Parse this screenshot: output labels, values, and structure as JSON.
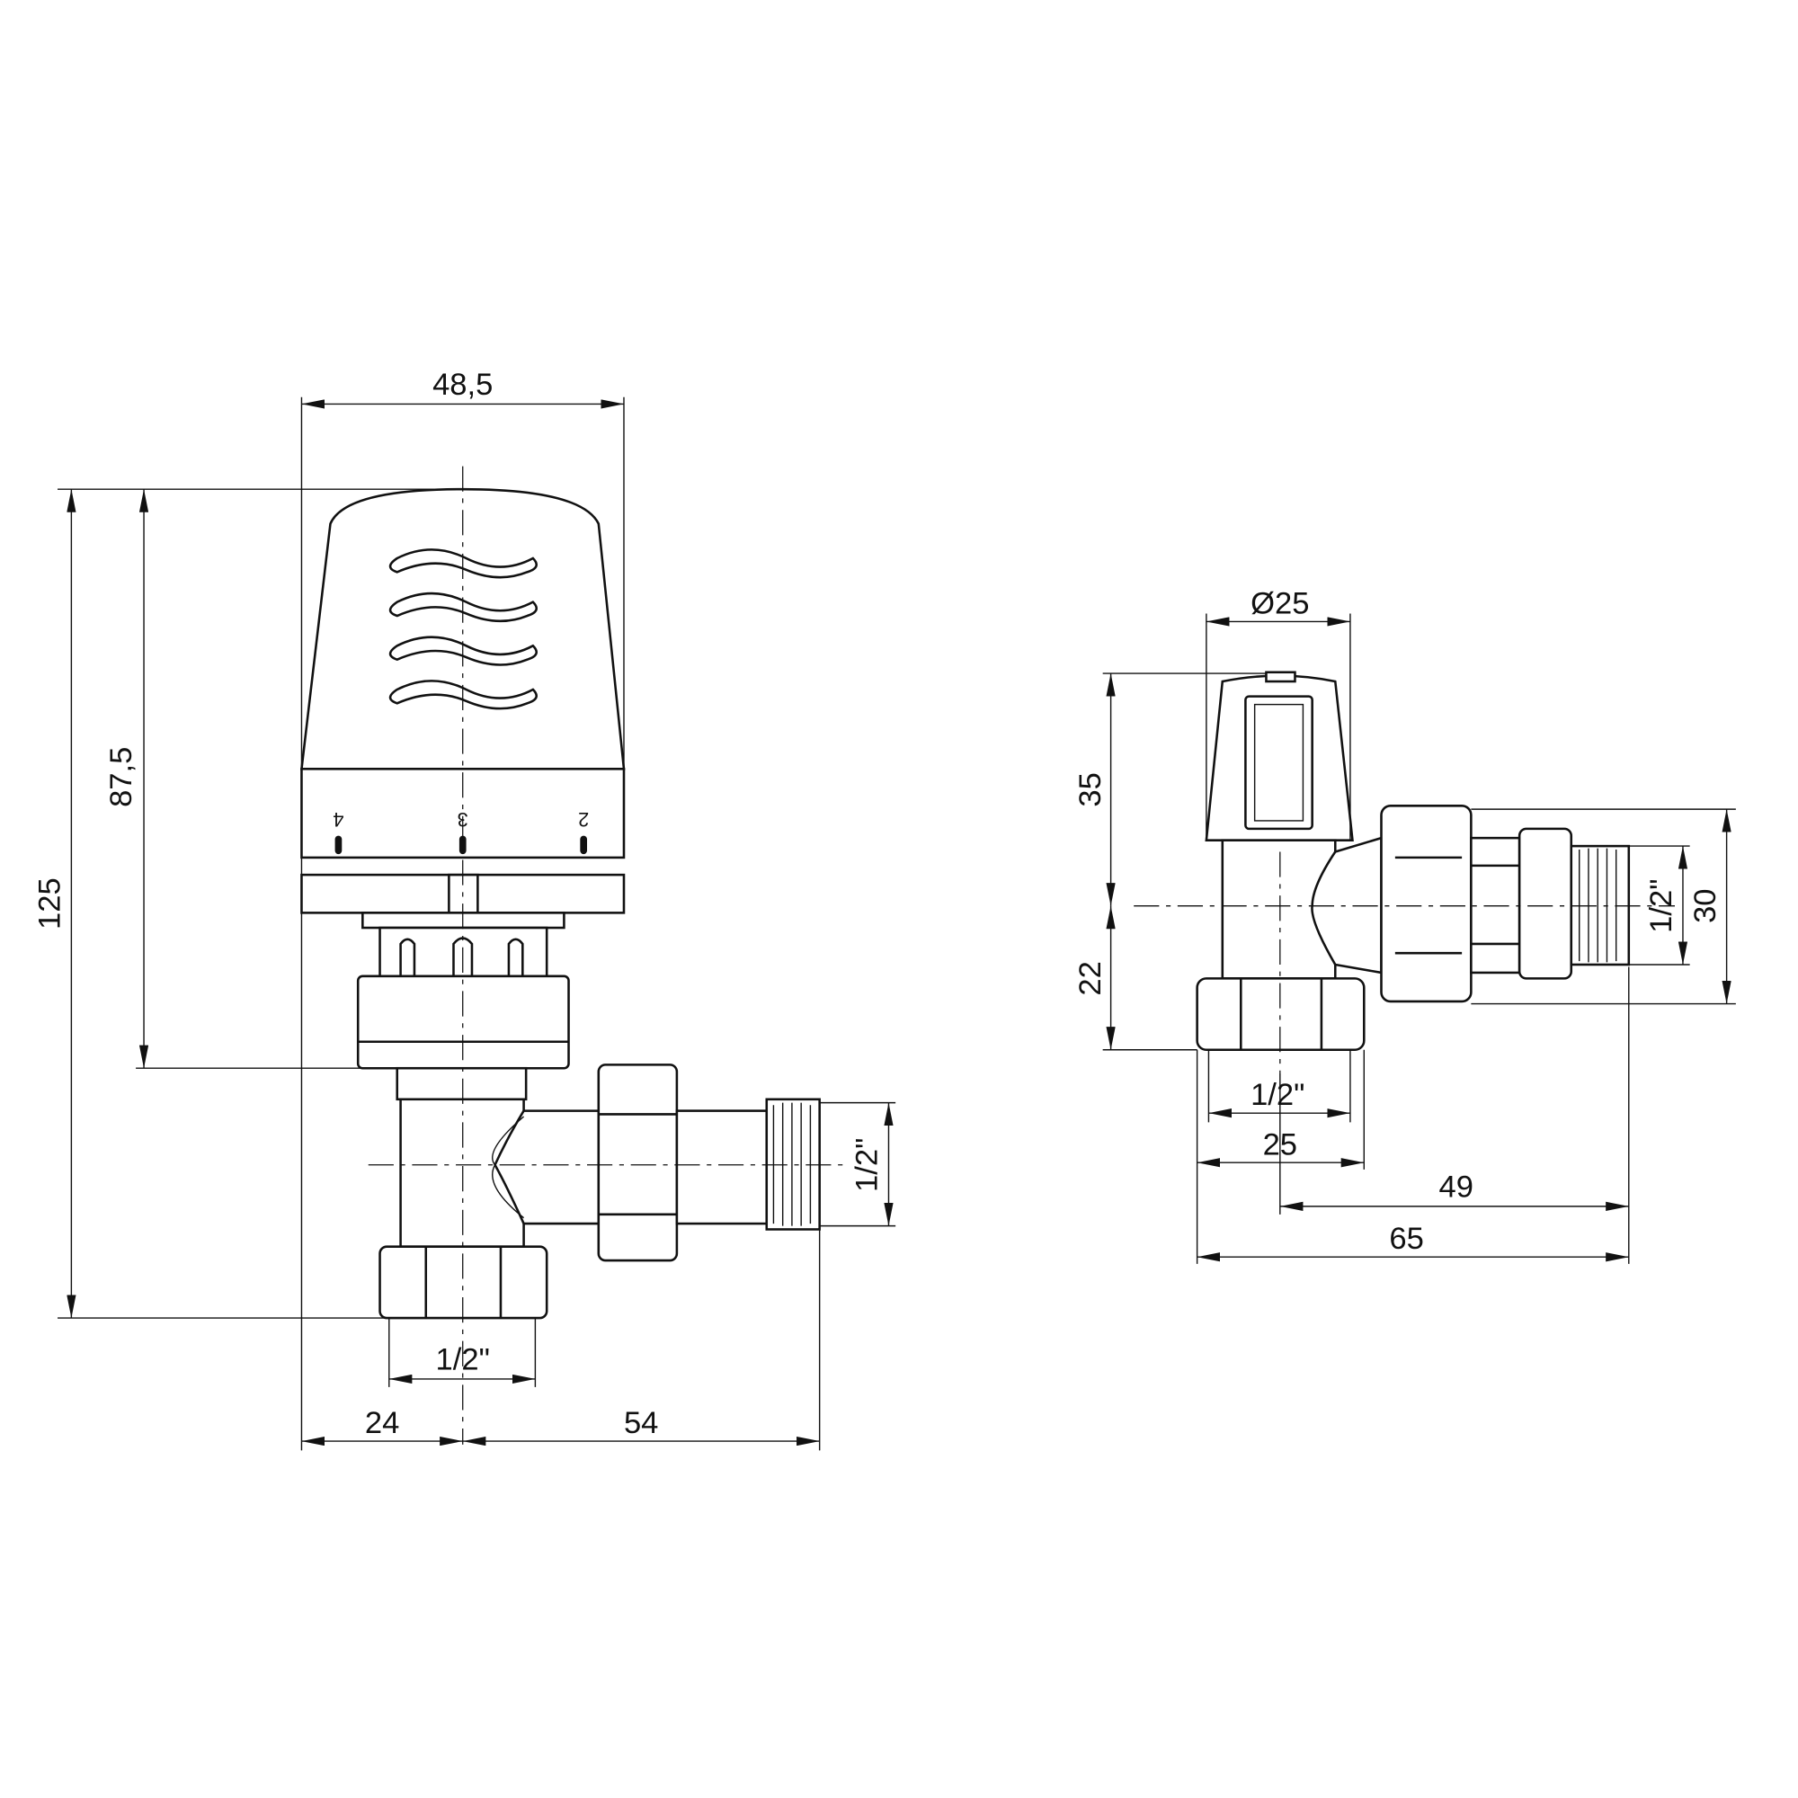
{
  "drawing": {
    "left_view": {
      "cap_width": "48,5",
      "total_height": "125",
      "head_height": "87,5",
      "bottom_thread": "1/2\"",
      "side_thread": "1/2\"",
      "axis_offset": "24",
      "outlet_length": "54",
      "scale_marks": [
        "4",
        "3",
        "2"
      ]
    },
    "right_view": {
      "cap_diameter": "Ø25",
      "cap_height": "35",
      "lower_height": "22",
      "outlet_height": "30",
      "side_thread": "1/2\"",
      "bottom_thread": "1/2\"",
      "nut_width": "25",
      "axis_to_end": "49",
      "total_length": "65"
    }
  }
}
